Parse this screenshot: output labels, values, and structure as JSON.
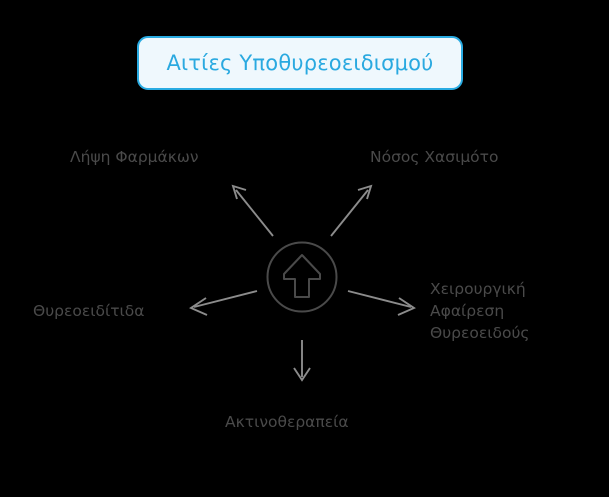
{
  "title": {
    "text": "Αιτίες Υποθυρεοειδισμού",
    "border_color": "#29abe2",
    "fill_color": "#eff8fd",
    "text_color": "#2aa9e0"
  },
  "center": {
    "icon": "circled-up-arrow-icon",
    "color": "#4a4a4a"
  },
  "background_color": "#000000",
  "label_color": "#4a4a4a",
  "arrow_color": "#8c8c8c",
  "nodes": [
    {
      "id": "medication",
      "label": "Λήψη Φαρμάκων",
      "direction": "up-left"
    },
    {
      "id": "hashimoto",
      "label": "Νόσος Χασιμότο",
      "direction": "up-right"
    },
    {
      "id": "thyroiditis",
      "label": "Θυρεοειδίτιδα",
      "direction": "left"
    },
    {
      "id": "surgery",
      "label": "Χειρουργική\nΑφαίρεση\nΘυρεοειδούς",
      "direction": "right"
    },
    {
      "id": "radiotherapy",
      "label": "Ακτινοθεραπεία",
      "direction": "down"
    }
  ],
  "chart_data": {
    "type": "diagram",
    "layout": "radial-hub-and-spoke",
    "title": "Αιτίες Υποθυρεοειδισμού",
    "hub": "circled-up-arrow-icon",
    "spokes": [
      {
        "label": "Λήψη Φαρμάκων",
        "angle_deg": 135
      },
      {
        "label": "Νόσος Χασιμότο",
        "angle_deg": 45
      },
      {
        "label": "Θυρεοειδίτιδα",
        "angle_deg": 190
      },
      {
        "label": "Χειρουργική Αφαίρεση Θυρεοειδούς",
        "angle_deg": 350
      },
      {
        "label": "Ακτινοθεραπεία",
        "angle_deg": 270
      }
    ]
  }
}
